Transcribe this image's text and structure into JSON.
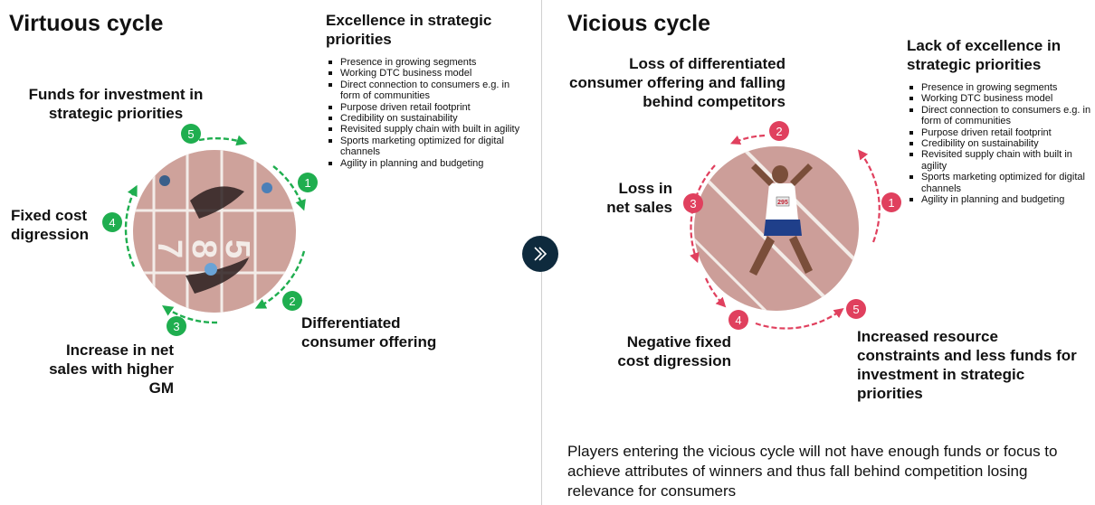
{
  "left": {
    "title": "Virtuous cycle",
    "header": "Excellence in strategic priorities",
    "bullets": [
      "Presence in growing segments",
      "Working DTC business model",
      "Direct connection to consumers e.g. in form of communities",
      "Purpose driven retail footprint",
      "Credibility on sustainability",
      "Revisited supply chain with built in agility",
      "Sports marketing optimized for digital channels",
      "Agility in planning and budgeting"
    ],
    "labels": {
      "funds": "Funds for investment in strategic priorities",
      "fixed": "Fixed cost digression",
      "increase": "Increase in net sales with higher GM",
      "differentiated": "Differentiated consumer offering"
    },
    "badges": [
      "1",
      "2",
      "3",
      "4",
      "5"
    ],
    "lane_numbers": [
      "7",
      "8",
      "5"
    ],
    "color": "#1fae4f"
  },
  "arrow_icon": "double-chevron-right-icon",
  "right": {
    "title": "Vicious cycle",
    "header": "Lack of excellence in strategic priorities",
    "bullets": [
      "Presence in growing segments",
      "Working DTC business model",
      "Direct connection to consumers e.g. in form of communities",
      "Purpose driven retail footprint",
      "Credibility on sustainability",
      "Revisited supply chain with built in agility",
      "Sports marketing optimized for digital channels",
      "Agility in planning and budgeting"
    ],
    "labels": {
      "loss_offering": "Loss of differentiated consumer offering and falling behind competitors",
      "loss_sales": "Loss in net sales",
      "negative": "Negative fixed cost digression",
      "increased": "Increased resource constraints and less funds for investment in strategic priorities"
    },
    "badges": [
      "1",
      "2",
      "3",
      "4",
      "5"
    ],
    "bib": "295",
    "color": "#e0405e"
  },
  "footer": "Players entering the vicious cycle will not have enough funds or focus to achieve attributes of winners and thus fall behind competition losing relevance for consumers"
}
